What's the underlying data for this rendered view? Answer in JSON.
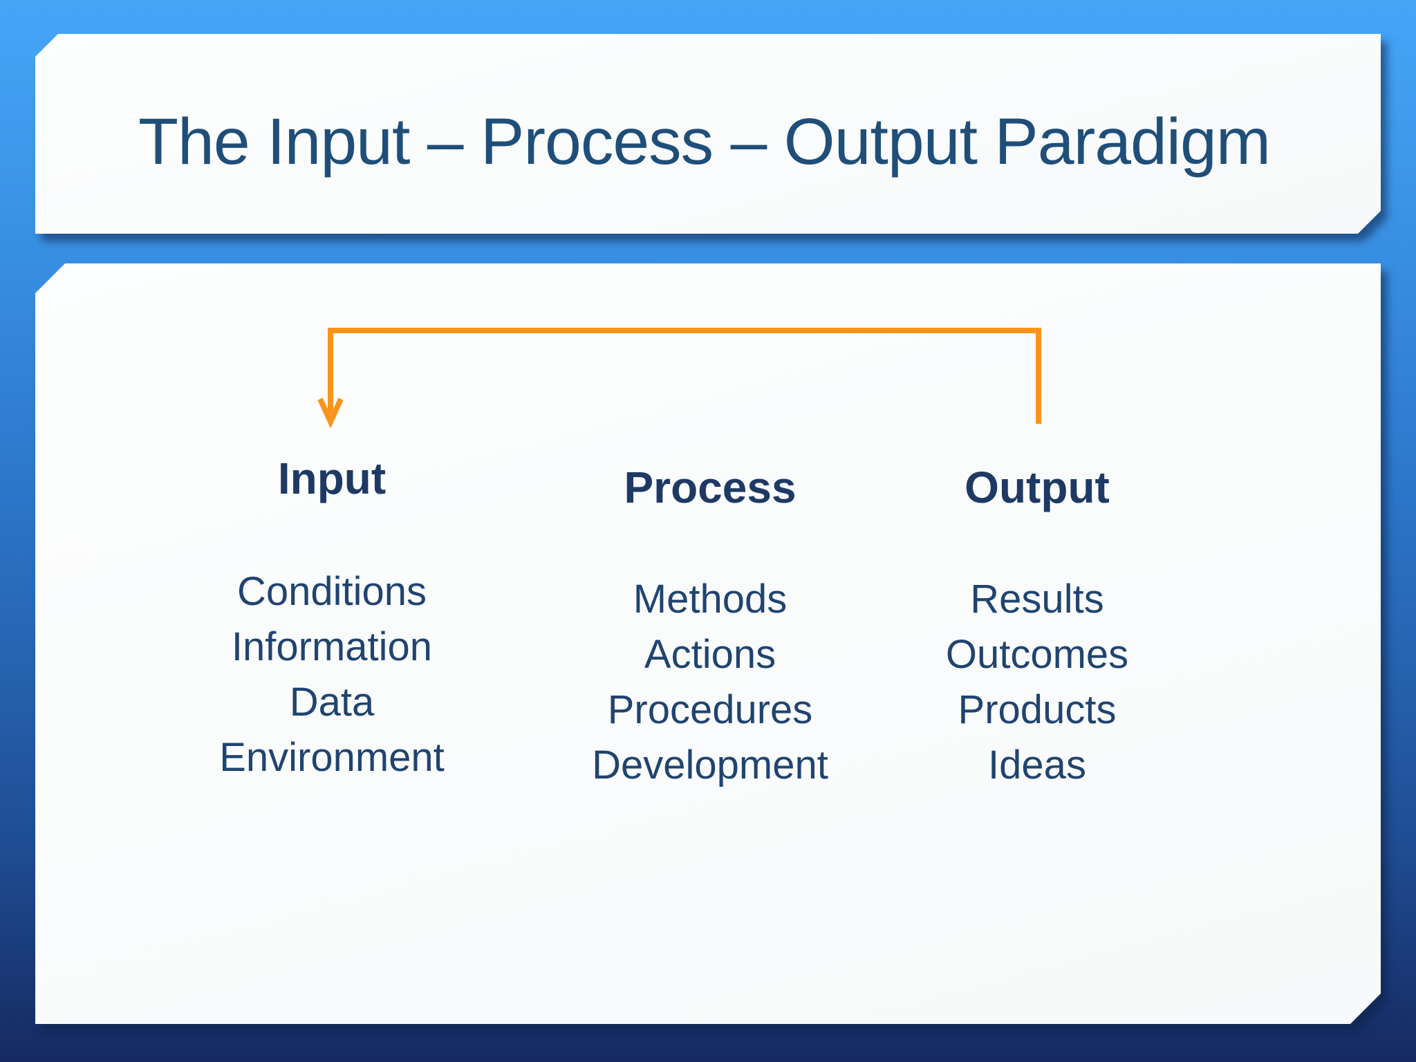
{
  "slide": {
    "title": "The Input – Process – Output Paradigm",
    "columns": [
      {
        "heading": "Input",
        "items": [
          "Conditions",
          "Information",
          "Data",
          "Environment"
        ]
      },
      {
        "heading": "Process",
        "items": [
          "Methods",
          "Actions",
          "Procedures",
          "Development"
        ]
      },
      {
        "heading": "Output",
        "items": [
          "Results",
          "Outcomes",
          "Products",
          "Ideas"
        ]
      }
    ],
    "connector": {
      "name": "feedback-arrow-output-to-input",
      "color": "#F8941C"
    },
    "colors": {
      "background_top": "#45A6F7",
      "background_bottom": "#162A61",
      "panel_fill": "#FCFDFE",
      "title_text": "#1F4E79",
      "heading_text": "#1E3A64",
      "body_text": "#204470",
      "accent_orange": "#F8941C"
    }
  }
}
